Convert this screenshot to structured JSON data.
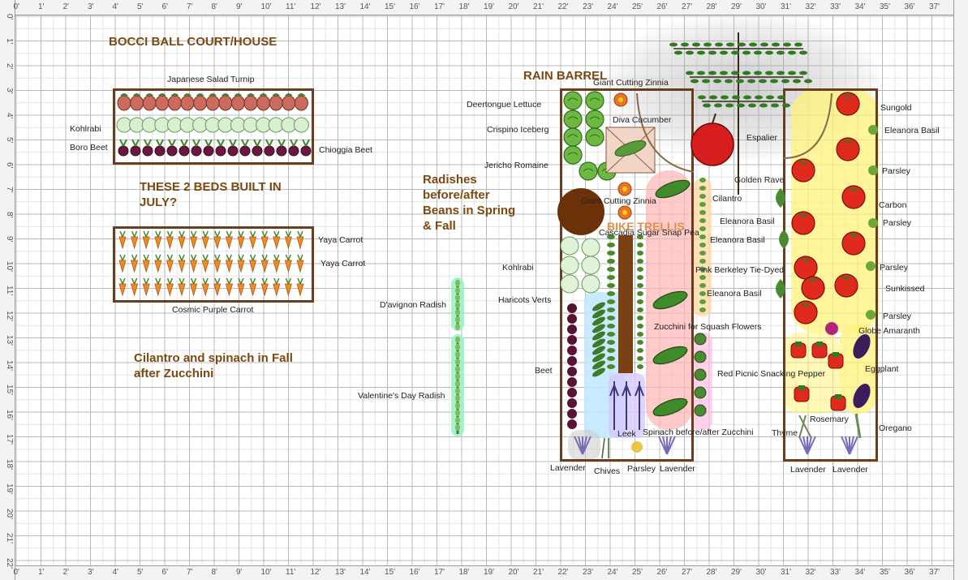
{
  "rulers": {
    "horizontal": [
      "0'",
      "1'",
      "2'",
      "3'",
      "4'",
      "5'",
      "6'",
      "7'",
      "8'",
      "9'",
      "10'",
      "11'",
      "12'",
      "13'",
      "14'",
      "15'",
      "16'",
      "17'",
      "18'",
      "19'",
      "20'",
      "21'",
      "22'",
      "23'",
      "24'",
      "25'",
      "26'",
      "27'",
      "28'",
      "29'",
      "30'",
      "31'",
      "32'",
      "33'",
      "34'",
      "35'",
      "36'",
      "37'"
    ],
    "vertical": [
      "0'",
      "1'",
      "2'",
      "3'",
      "4'",
      "5'",
      "6'",
      "7'",
      "8'",
      "9'",
      "10'",
      "11'",
      "12'",
      "13'",
      "14'",
      "15'",
      "16'",
      "17'",
      "18'",
      "19'",
      "20'",
      "21'",
      "22'"
    ]
  },
  "notes": {
    "bocci": "BOCCI BALL COURT/HOUSE",
    "rain_barrel": "RAIN BARREL",
    "built_line1": "THESE 2 BEDS BUILT IN",
    "built_line2": "JULY?",
    "radish_line1": "Radishes",
    "radish_line2": "before/after",
    "radish_line3": "Beans in Spring",
    "radish_line4": "& Fall",
    "cilantro_line1": "Cilantro and spinach in Fall",
    "cilantro_line2": "after Zucchini",
    "bike_trellis": "BIKE TRELLIS"
  },
  "labels": {
    "japanese_turnip": "Japanese Salad Turnip",
    "kohlrabi_a": "Kohlrabi",
    "boro_beet": "Boro Beet",
    "chioggia_beet": "Chioggia Beet",
    "yaya_carrot_1": "Yaya Carrot",
    "yaya_carrot_2": "Yaya Carrot",
    "cosmic_carrot": "Cosmic Purple Carrot",
    "davignon_radish": "D'avignon Radish",
    "valentine_radish": "Valentine's Day Radish",
    "giant_zinnia_1": "Giant Cutting Zinnia",
    "deertongue": "Deertongue Lettuce",
    "diva_cucumber": "Diva Cucumber",
    "crispino": "Crispino Iceberg",
    "jericho": "Jericho Romaine",
    "giant_zinnia_2": "Giant Cutting Zinnia",
    "cascadia": "Cascadia Sugar Snap Pea",
    "kohlrabi_b": "Kohlrabi",
    "haricots": "Haricots Verts",
    "beet": "Beet",
    "leek": "Leek",
    "lavender_1": "Lavender",
    "chives": "Chives",
    "parsley_1": "Parsley",
    "lavender_2": "Lavender",
    "espalier": "Espalier",
    "golden_rave": "Golden Rave",
    "cilantro": "Cilantro",
    "eleanora_1": "Eleanora Basil",
    "eleanora_2": "Eleanora Basil",
    "pink_berkeley": "Pink Berkeley Tie-Dyed",
    "eleanora_3": "Eleanora Basil",
    "zucchini": "Zucchini for Squash Flowers",
    "red_picnic": "Red Picnic Snacking Pepper",
    "spinach": "Spinach before/after Zucchini",
    "thyme": "Thyme",
    "rosemary": "Rosemary",
    "oregano": "Oregano",
    "lavender_3": "Lavender",
    "lavender_4": "Lavender",
    "sungold": "Sungold",
    "eleanora_4": "Eleanora Basil",
    "parsley_2": "Parsley",
    "carbon": "Carbon",
    "parsley_3": "Parsley",
    "parsley_4": "Parsley",
    "sunkissed": "Sunkissed",
    "parsley_5": "Parsley",
    "globe_amaranth": "Globe Amaranth",
    "eggplant": "Eggplant"
  },
  "colors": {
    "bed_border": "#6b3d1f",
    "note_text": "#7a4a12",
    "label_text": "#222222",
    "shade_yellow": "#fff37a",
    "shade_pink": "#ffb3b3",
    "shade_blue": "#bfe6ff",
    "shade_green": "#9ff0c9",
    "shade_purple": "#d7c8ff",
    "shade_orange": "#ffd8a8"
  }
}
